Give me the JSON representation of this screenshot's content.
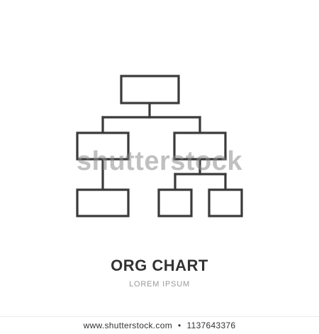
{
  "diagram": {
    "nodes": [
      {
        "id": "root"
      },
      {
        "id": "left"
      },
      {
        "id": "right"
      },
      {
        "id": "left-child"
      },
      {
        "id": "right-child-a"
      },
      {
        "id": "right-child-b"
      }
    ],
    "edges": [
      {
        "from": "root",
        "to": "left"
      },
      {
        "from": "root",
        "to": "right"
      },
      {
        "from": "left",
        "to": "left-child"
      },
      {
        "from": "right",
        "to": "right-child-a"
      },
      {
        "from": "right",
        "to": "right-child-b"
      }
    ],
    "stroke_color": "#3a3a3a"
  },
  "text": {
    "title": "ORG CHART",
    "subtitle": "LOREM IPSUM",
    "watermark": "shutterstock"
  },
  "footer": {
    "site": "www.shutterstock.com",
    "separator": "•",
    "image_id": "1137643376"
  }
}
